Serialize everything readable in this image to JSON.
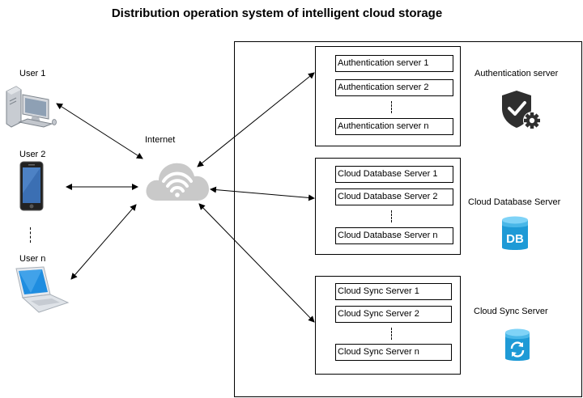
{
  "title": "Distribution operation system of intelligent cloud storage",
  "users": {
    "user1": "User 1",
    "user2": "User 2",
    "usern": "User n"
  },
  "internet_label": "Internet",
  "auth": {
    "label": "Authentication server",
    "items": [
      "Authentication server 1",
      "Authentication server 2",
      "Authentication server n"
    ]
  },
  "db": {
    "label": "Cloud Database Server",
    "items": [
      "Cloud Database Server 1",
      "Cloud Database Server 2",
      "Cloud Database Server n"
    ],
    "icon_text": "DB"
  },
  "sync": {
    "label": "Cloud Sync Server",
    "items": [
      "Cloud Sync Server 1",
      "Cloud Sync Server 2",
      "Cloud Sync Server n"
    ]
  },
  "icons": {
    "desktop": "desktop-computer-icon",
    "phone": "smartphone-icon",
    "laptop": "laptop-icon",
    "cloud": "cloud-wifi-icon",
    "shield": "shield-gear-icon",
    "database": "database-icon",
    "sync": "sync-database-icon"
  },
  "colors": {
    "cloud": "#c9c9c9",
    "shield": "#2f2f2f",
    "db_top": "#7fd3f7",
    "db_body": "#1e9ad6",
    "db_band": "#49b7e8"
  }
}
